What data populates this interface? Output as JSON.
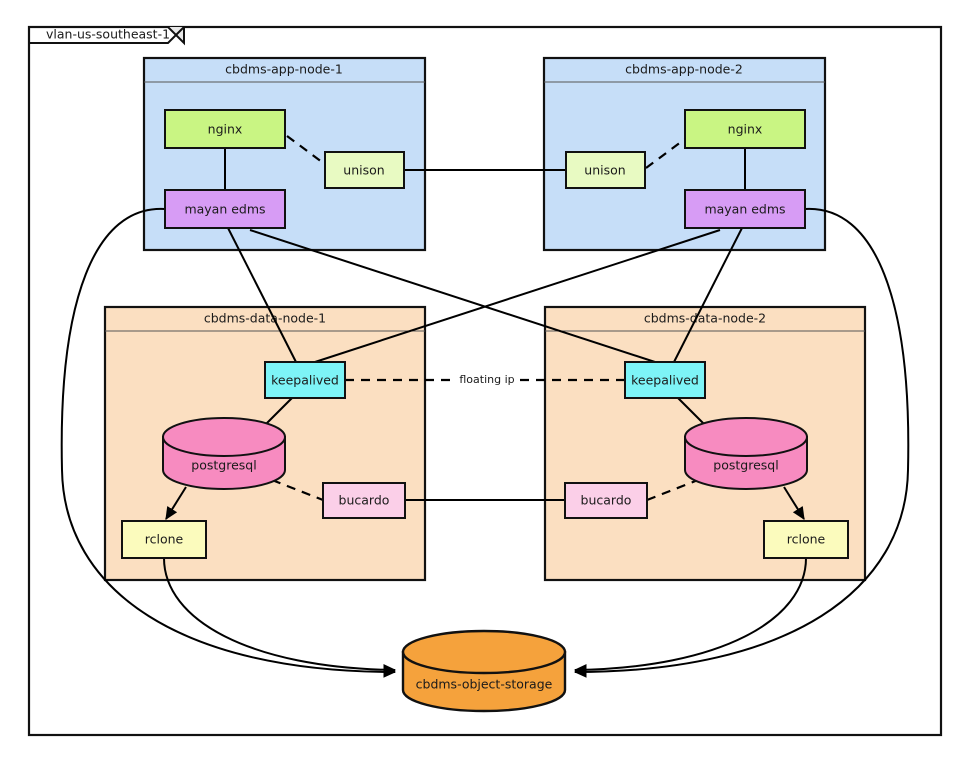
{
  "diagram": {
    "type": "infrastructure-architecture",
    "boundary": {
      "label": "vlan-us-southeast-1",
      "shape": "folder-frame",
      "stroke": "#111111",
      "fill": "#ffffff",
      "tab_fill": "#e8e8e8"
    },
    "colors": {
      "app_node_fill": "#c6def8",
      "data_node_fill": "#fbdfc1",
      "nginx_fill": "#c9f583",
      "unison_fill": "#e8fac2",
      "mayan_fill": "#d79cf5",
      "keepalived_fill": "#7df4f7",
      "postgresql_fill": "#f78bc0",
      "bucardo_fill": "#fbcfe8",
      "rclone_fill": "#fbfbbd",
      "object_storage_fill": "#f5a23c",
      "stroke": "#111111"
    },
    "containers": [
      {
        "id": "app-node-1",
        "title": "cbdms-app-node-1",
        "kind": "app-node",
        "components": [
          "nginx",
          "unison",
          "mayan edms"
        ]
      },
      {
        "id": "app-node-2",
        "title": "cbdms-app-node-2",
        "kind": "app-node",
        "components": [
          "unison",
          "nginx",
          "mayan edms"
        ]
      },
      {
        "id": "data-node-1",
        "title": "cbdms-data-node-1",
        "kind": "data-node",
        "components": [
          "keepalived",
          "postgresql",
          "bucardo",
          "rclone"
        ]
      },
      {
        "id": "data-node-2",
        "title": "cbdms-data-node-2",
        "kind": "data-node",
        "components": [
          "keepalived",
          "postgresql",
          "bucardo",
          "rclone"
        ]
      }
    ],
    "components": {
      "nginx_1": "nginx",
      "unison_1": "unison",
      "mayan_1": "mayan edms",
      "nginx_2": "nginx",
      "unison_2": "unison",
      "mayan_2": "mayan edms",
      "keepalived_1": "keepalived",
      "postgresql_1": "postgresql",
      "bucardo_1": "bucardo",
      "rclone_1": "rclone",
      "keepalived_2": "keepalived",
      "postgresql_2": "postgresql",
      "bucardo_2": "bucardo",
      "rclone_2": "rclone",
      "object_storage": "cbdms-object-storage"
    },
    "edge_labels": {
      "floating_ip": "floating ip"
    },
    "edges": [
      {
        "from": "nginx_1",
        "to": "mayan_1",
        "style": "solid"
      },
      {
        "from": "nginx_1",
        "to": "unison_1",
        "style": "dashed"
      },
      {
        "from": "unison_1",
        "to": "unison_2",
        "style": "solid"
      },
      {
        "from": "unison_2",
        "to": "nginx_2",
        "style": "dashed"
      },
      {
        "from": "nginx_2",
        "to": "mayan_2",
        "style": "solid"
      },
      {
        "from": "mayan_1",
        "to": "keepalived_1",
        "style": "solid"
      },
      {
        "from": "mayan_1",
        "to": "keepalived_2",
        "style": "solid"
      },
      {
        "from": "mayan_2",
        "to": "keepalived_1",
        "style": "solid"
      },
      {
        "from": "mayan_2",
        "to": "keepalived_2",
        "style": "solid"
      },
      {
        "from": "keepalived_1",
        "to": "keepalived_2",
        "style": "dashed",
        "label": "floating ip"
      },
      {
        "from": "keepalived_1",
        "to": "postgresql_1",
        "style": "solid"
      },
      {
        "from": "keepalived_2",
        "to": "postgresql_2",
        "style": "solid"
      },
      {
        "from": "postgresql_1",
        "to": "bucardo_1",
        "style": "dashed"
      },
      {
        "from": "bucardo_1",
        "to": "bucardo_2",
        "style": "solid"
      },
      {
        "from": "bucardo_2",
        "to": "postgresql_2",
        "style": "dashed"
      },
      {
        "from": "postgresql_1",
        "to": "rclone_1",
        "style": "solid-arrow"
      },
      {
        "from": "postgresql_2",
        "to": "rclone_2",
        "style": "solid-arrow"
      },
      {
        "from": "rclone_1",
        "to": "object_storage",
        "style": "curved-arrow"
      },
      {
        "from": "rclone_2",
        "to": "object_storage",
        "style": "curved-arrow"
      },
      {
        "from": "mayan_1",
        "to": "object_storage",
        "style": "curved-arrow"
      },
      {
        "from": "mayan_2",
        "to": "object_storage",
        "style": "curved-arrow"
      }
    ]
  }
}
